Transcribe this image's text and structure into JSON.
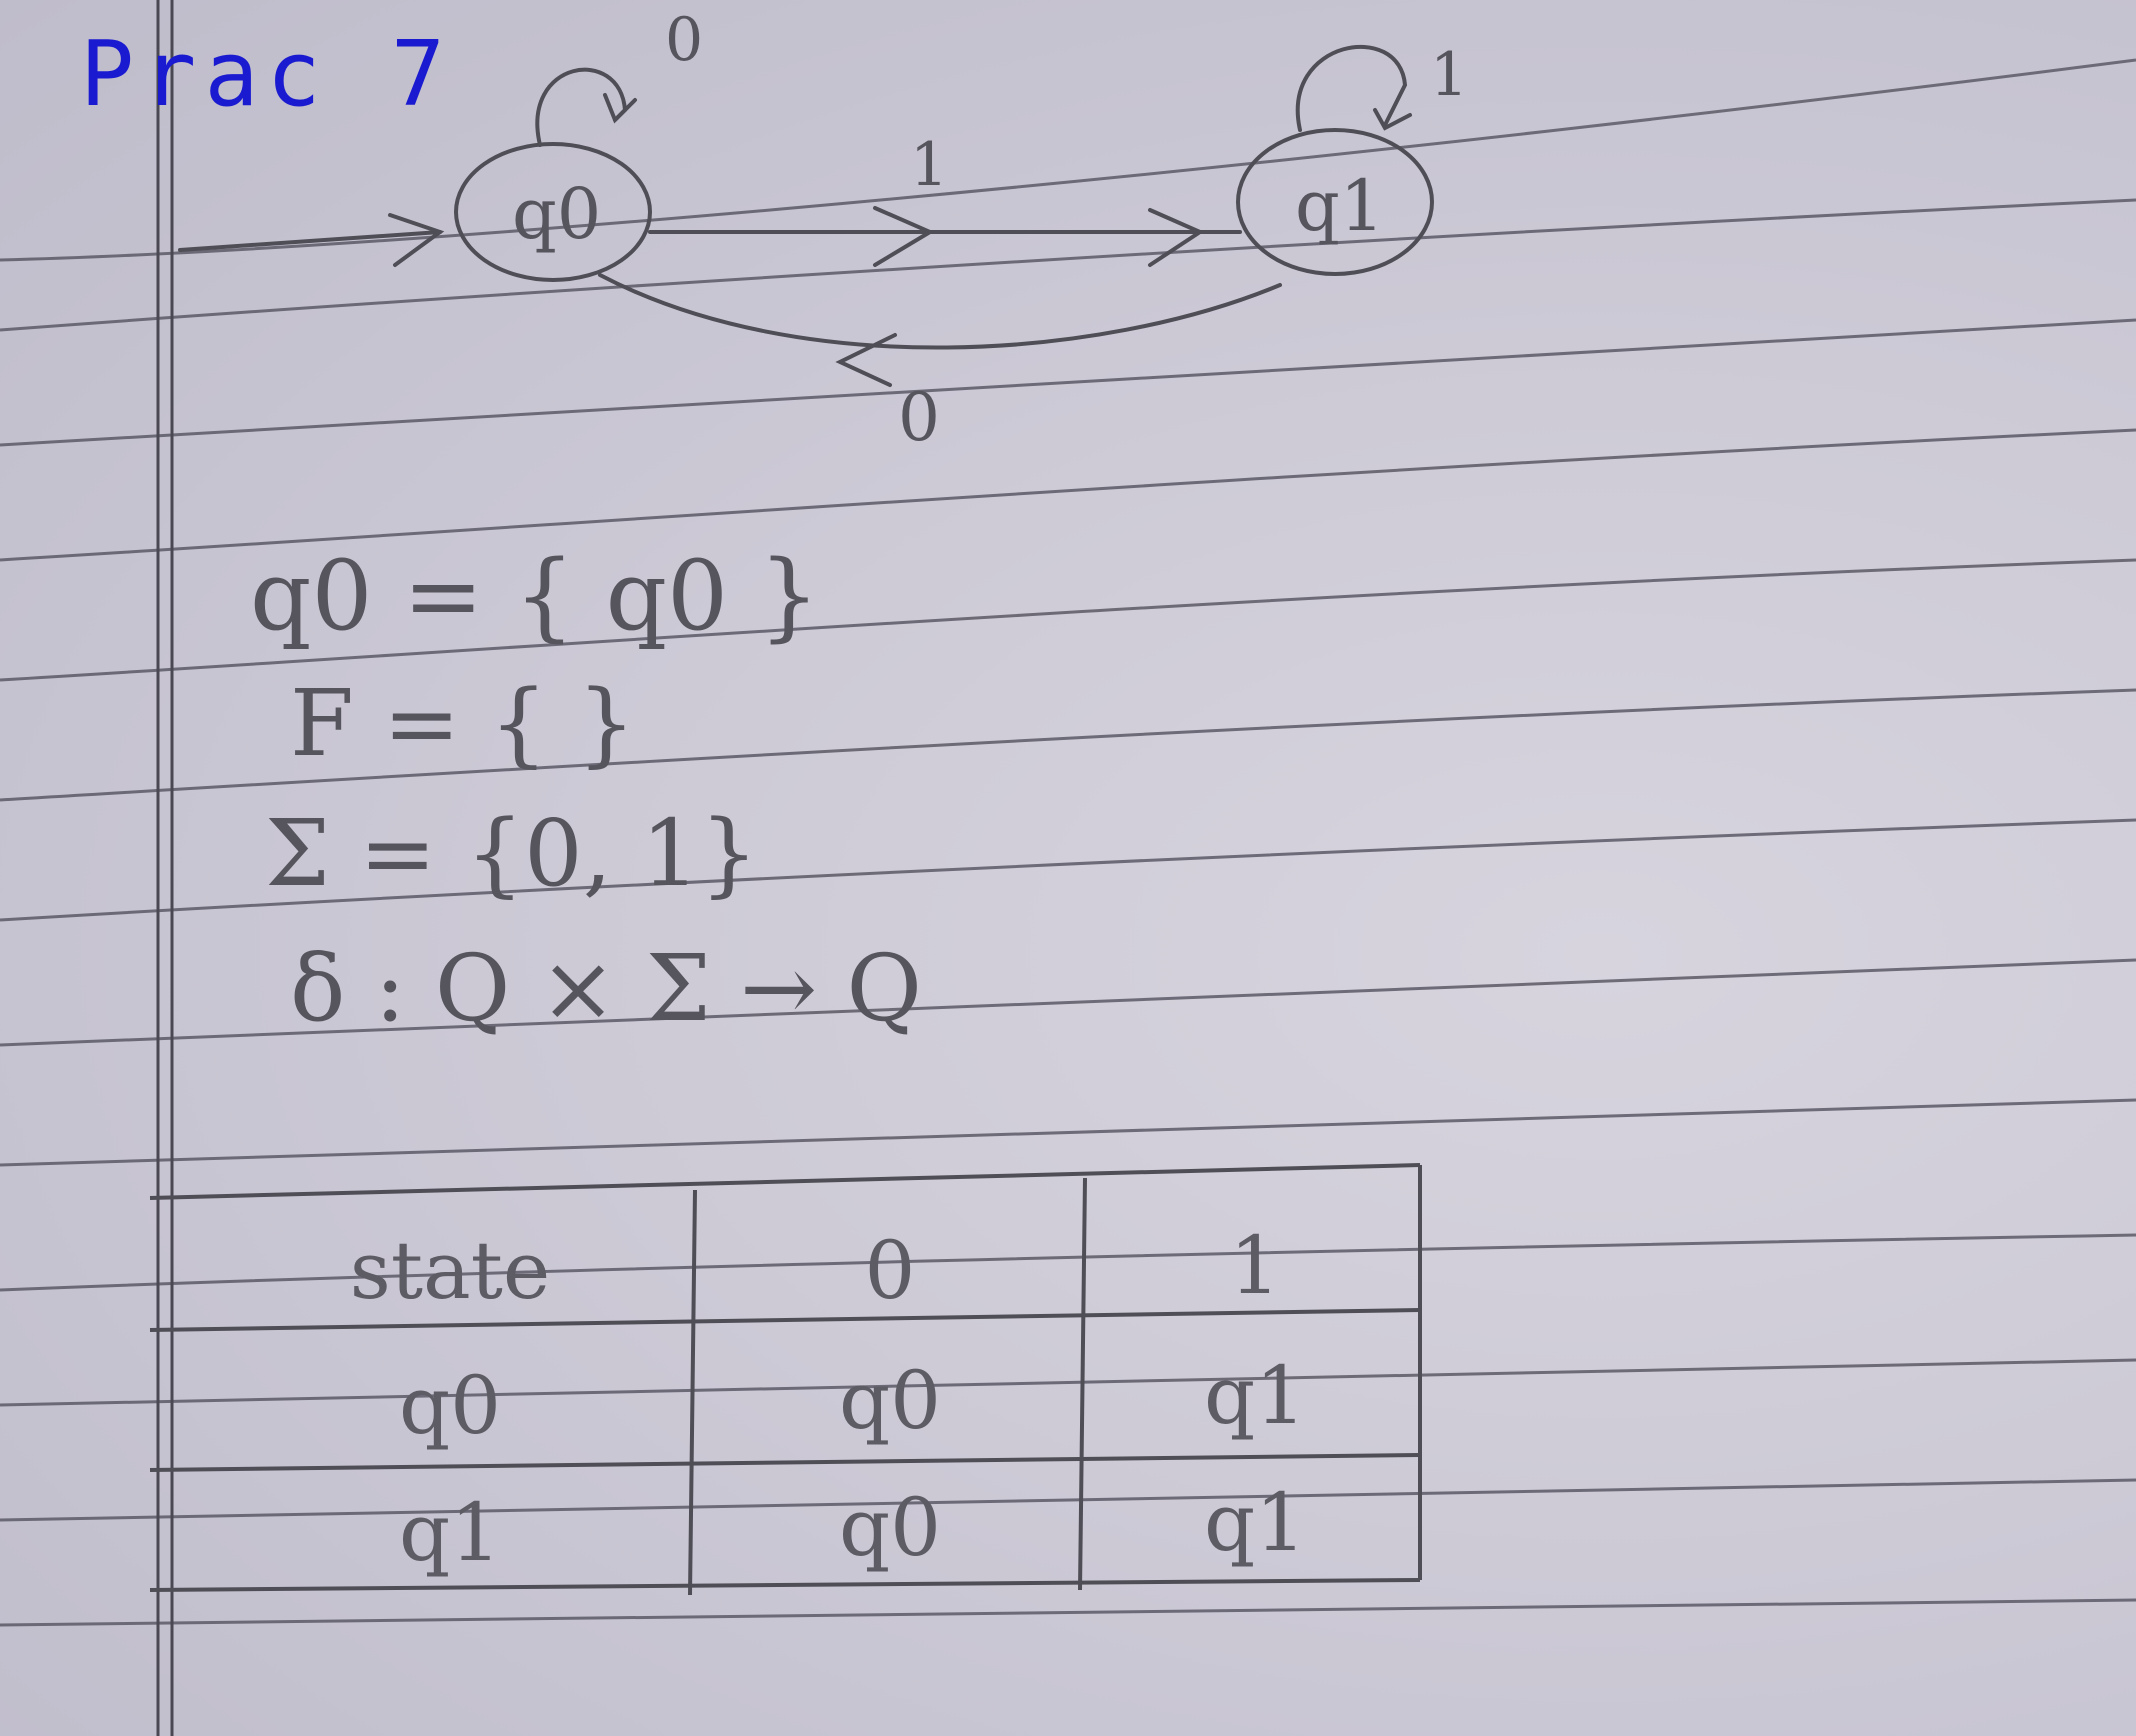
{
  "title": "Prac 7",
  "diagram": {
    "states": [
      {
        "label": "q0"
      },
      {
        "label": "q1"
      }
    ],
    "transitions": [
      {
        "from": "q0",
        "to": "q0",
        "label": "0"
      },
      {
        "from": "q0",
        "to": "q1",
        "label": "1"
      },
      {
        "from": "q1",
        "to": "q1",
        "label": "1"
      },
      {
        "from": "q1",
        "to": "q0",
        "label": "0"
      }
    ]
  },
  "definitions": {
    "start": "q0 = { q0 }",
    "final": "F = { }",
    "alphabet": "Σ = {0, 1}",
    "delta": "δ : Q × Σ → Q"
  },
  "table": {
    "headers": [
      "state",
      "0",
      "1"
    ],
    "rows": [
      [
        "q0",
        "q0",
        "q1"
      ],
      [
        "q1",
        "q0",
        "q1"
      ]
    ]
  }
}
